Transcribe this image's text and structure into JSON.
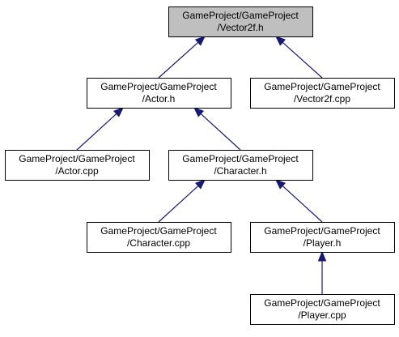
{
  "graph": {
    "edge_color": "#191970",
    "root_fill": "#bfbfbf",
    "node_fill": "#ffffff",
    "nodes": [
      {
        "id": "vector2f_h",
        "lines": [
          "GameProject/GameProject",
          "/Vector2f.h"
        ],
        "root": true
      },
      {
        "id": "actor_h",
        "lines": [
          "GameProject/GameProject",
          "/Actor.h"
        ],
        "root": false
      },
      {
        "id": "vector2f_cpp",
        "lines": [
          "GameProject/GameProject",
          "/Vector2f.cpp"
        ],
        "root": false
      },
      {
        "id": "actor_cpp",
        "lines": [
          "GameProject/GameProject",
          "/Actor.cpp"
        ],
        "root": false
      },
      {
        "id": "character_h",
        "lines": [
          "GameProject/GameProject",
          "/Character.h"
        ],
        "root": false
      },
      {
        "id": "character_cpp",
        "lines": [
          "GameProject/GameProject",
          "/Character.cpp"
        ],
        "root": false
      },
      {
        "id": "player_h",
        "lines": [
          "GameProject/GameProject",
          "/Player.h"
        ],
        "root": false
      },
      {
        "id": "player_cpp",
        "lines": [
          "GameProject/GameProject",
          "/Player.cpp"
        ],
        "root": false
      }
    ],
    "edges": [
      {
        "from": "actor_h",
        "to": "vector2f_h"
      },
      {
        "from": "vector2f_cpp",
        "to": "vector2f_h"
      },
      {
        "from": "actor_cpp",
        "to": "actor_h"
      },
      {
        "from": "character_h",
        "to": "actor_h"
      },
      {
        "from": "character_cpp",
        "to": "character_h"
      },
      {
        "from": "player_h",
        "to": "character_h"
      },
      {
        "from": "player_cpp",
        "to": "player_h"
      }
    ]
  }
}
